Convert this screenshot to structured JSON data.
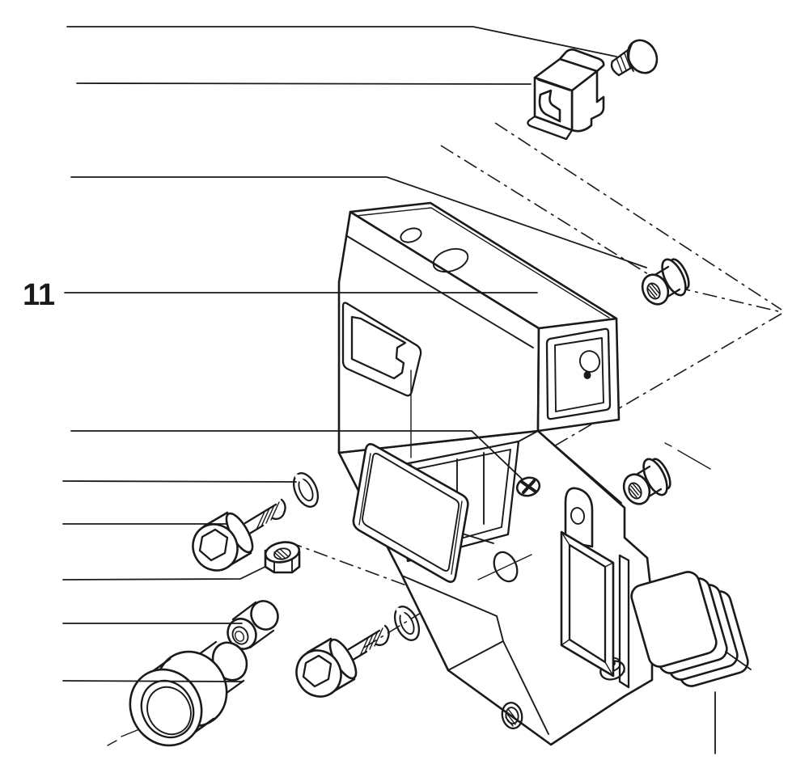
{
  "figure": {
    "label": "11",
    "line_color": "#1a1a1a",
    "background_color": "#ffffff",
    "dark_fill_color": "#1a1a1a",
    "callouts": [
      "mounting-screw",
      "spring-clip",
      "threaded-insert-upper",
      "housing-body",
      "cover-screw",
      "lock-washer-upper",
      "socket-head-bolt-upper",
      "hex-nut",
      "spacer-sleeve",
      "cable-bushing",
      "gasket-stack-pad"
    ]
  }
}
